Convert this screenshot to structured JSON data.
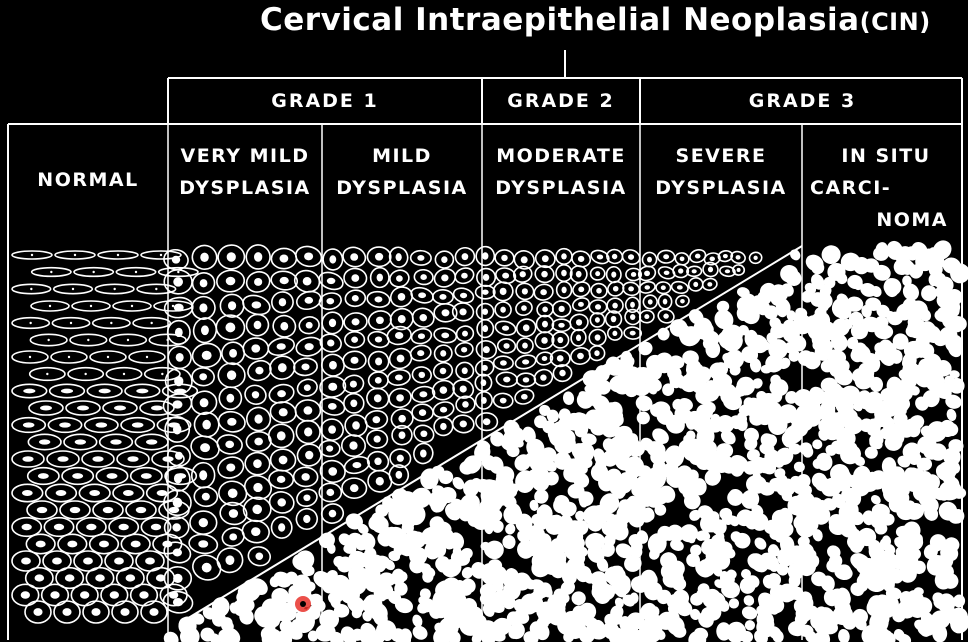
{
  "title": {
    "main": "Cervical Intraepithelial Neoplasia",
    "suffix": "(CIN)"
  },
  "grades": [
    "GRADE 1",
    "GRADE 2",
    "GRADE 3"
  ],
  "columns": [
    {
      "line1": "NORMAL",
      "line2": "",
      "line3": ""
    },
    {
      "line1": "VERY MILD",
      "line2": "DYSPLASIA",
      "line3": ""
    },
    {
      "line1": "MILD",
      "line2": "DYSPLASIA",
      "line3": ""
    },
    {
      "line1": "MODERATE",
      "line2": "DYSPLASIA",
      "line3": ""
    },
    {
      "line1": "SEVERE",
      "line2": "DYSPLASIA",
      "line3": ""
    },
    {
      "line1": "IN SITU",
      "line2": "CARCI-",
      "line3": "NOMA"
    }
  ],
  "colors": {
    "background": "#000000",
    "foreground": "#ffffff",
    "marker": "#e8312a"
  }
}
